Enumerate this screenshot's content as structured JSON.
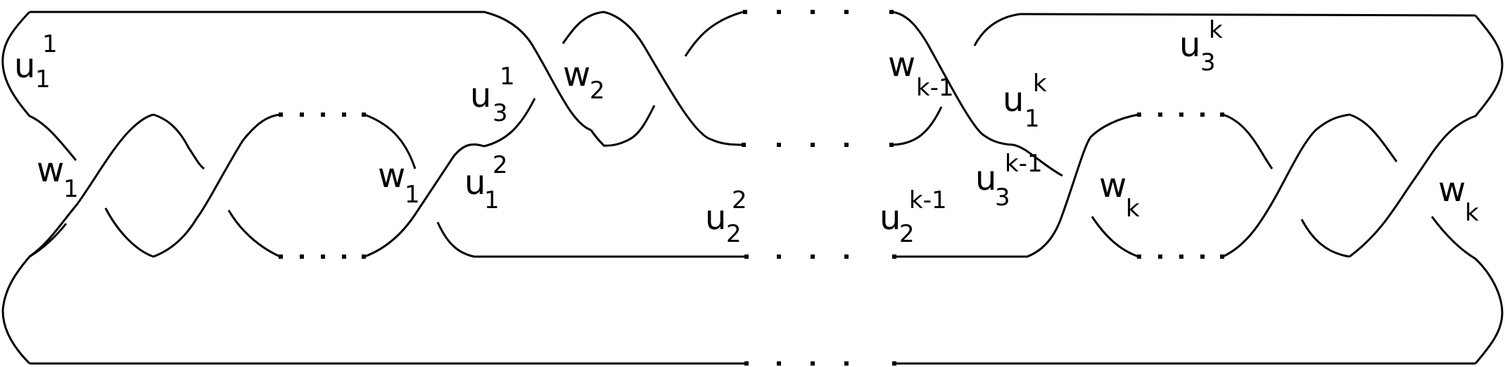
{
  "diagram": {
    "labels": {
      "u1_1": {
        "base": "u",
        "sub": "1",
        "sup": "1"
      },
      "w1_left": {
        "base": "w",
        "sub": "1"
      },
      "u3_1": {
        "base": "u",
        "sub": "3",
        "sup": "1"
      },
      "w2": {
        "base": "w",
        "sub": "2"
      },
      "w1_mid": {
        "base": "w",
        "sub": "1"
      },
      "u1_2": {
        "base": "u",
        "sub": "1",
        "sup": "2"
      },
      "u2_2": {
        "base": "u",
        "sub": "2",
        "sup": "2"
      },
      "u2_km1": {
        "base": "u",
        "sub": "2",
        "sup": "k-1"
      },
      "wkm1": {
        "base": "w",
        "sub": "k-1"
      },
      "u1_k": {
        "base": "u",
        "sub": "1",
        "sup": "k"
      },
      "u3_km1": {
        "base": "u",
        "sub": "3",
        "sup": "k-1"
      },
      "u3_k": {
        "base": "u",
        "sub": "3",
        "sup": "k"
      },
      "wk_mid": {
        "base": "w",
        "sub": "k"
      },
      "wk_right": {
        "base": "w",
        "sub": "k"
      }
    },
    "ellipsis_groups": [
      "top",
      "upper-left",
      "lower-left",
      "middle-top",
      "middle-bottom",
      "right-upper",
      "right-lower",
      "bottom"
    ]
  }
}
